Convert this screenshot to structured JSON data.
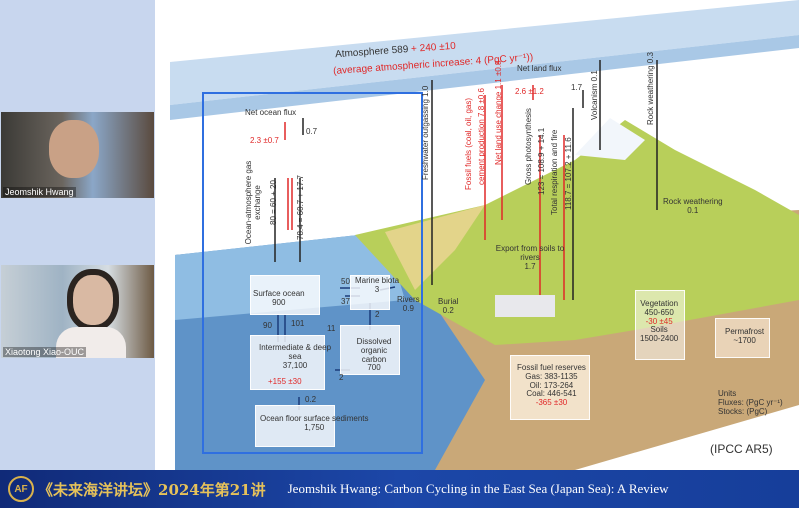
{
  "participants": [
    {
      "name": "Jeomshik Hwang"
    },
    {
      "name": "Xiaotong Xiao-OUC"
    }
  ],
  "diagram": {
    "atmosphere": "Atmosphere 589",
    "atmosphere_add": "+ 240 ±10",
    "atm_increase": "(average atmospheric increase: 4 (PgC yr⁻¹))",
    "net_ocean_flux": "Net ocean flux",
    "ocean_down": "2.3 ±0.7",
    "ocean_up": "0.7",
    "gas_exchange": "Ocean-atmosphere gas exchange",
    "gas_down": "80 = 60 + 20",
    "gas_up": "78.4 = 60.7 + 17.7",
    "freshwater": "Freshwater outgassing  1.0",
    "fossil": "Fossil fuels (coal, oil, gas)",
    "cement": "cement production  7.8 ±0.6",
    "landuse": "Net land use change  1.1 ±0.8",
    "net_land_flux": "Net land flux",
    "land_down": "2.6 ±1.2",
    "land_up": "1.7",
    "photosynthesis": "Gross photosynthesis",
    "photo_val": "123 = 108.9 + 14.1",
    "respiration": "Total respiration and fire",
    "resp_val": "118.7 = 107.2 + 11.6",
    "volcanism": "Volcanism  0.1",
    "rock_weathering_top": "Rock weathering  0.3",
    "rock_weathering": "Rock weathering",
    "rock_weathering_val": "0.1",
    "surface_ocean": "Surface ocean",
    "surface_ocean_val": "900",
    "marine_biota": "Marine biota",
    "marine_biota_val": "3",
    "f50": "50",
    "f37": "37",
    "rivers": "Rivers",
    "rivers_val": "0.9",
    "f90": "90",
    "f101": "101",
    "deep_sea": "Intermediate & deep sea",
    "deep_sea_val": "37,100",
    "deep_sea_change": "+155 ±30",
    "doc": "Dissolved organic carbon",
    "doc_val": "700",
    "f11": "11",
    "f2a": "2",
    "f2b": "2",
    "sediments": "Ocean floor surface sediments",
    "sediments_val": "1,750",
    "f02": "0.2",
    "burial": "Burial",
    "burial_val": "0.2",
    "export": "Export from soils to rivers",
    "export_val": "1.7",
    "ff_reserves": "Fossil fuel reserves",
    "gas": "Gas: 383-1135",
    "oil": "Oil: 173-264",
    "coal": "Coal: 446-541",
    "ff_change": "-365 ±30",
    "vegetation": "Vegetation",
    "vegetation_val": "450-650",
    "veg_change": "-30 ±45",
    "soils": "Soils",
    "soils_val": "1500-2400",
    "permafrost": "Permafrost",
    "permafrost_val": "~1700",
    "units": "Units",
    "units_flux": "Fluxes: (PgC yr⁻¹)",
    "units_stock": "Stocks: (PgC)",
    "source": "(IPCC AR5)"
  },
  "banner": {
    "logo": "AF",
    "series": "《未来海洋讲坛》2024年第21讲",
    "talk": "Jeomshik Hwang: Carbon Cycling in the East Sea (Japan Sea): A Review"
  }
}
